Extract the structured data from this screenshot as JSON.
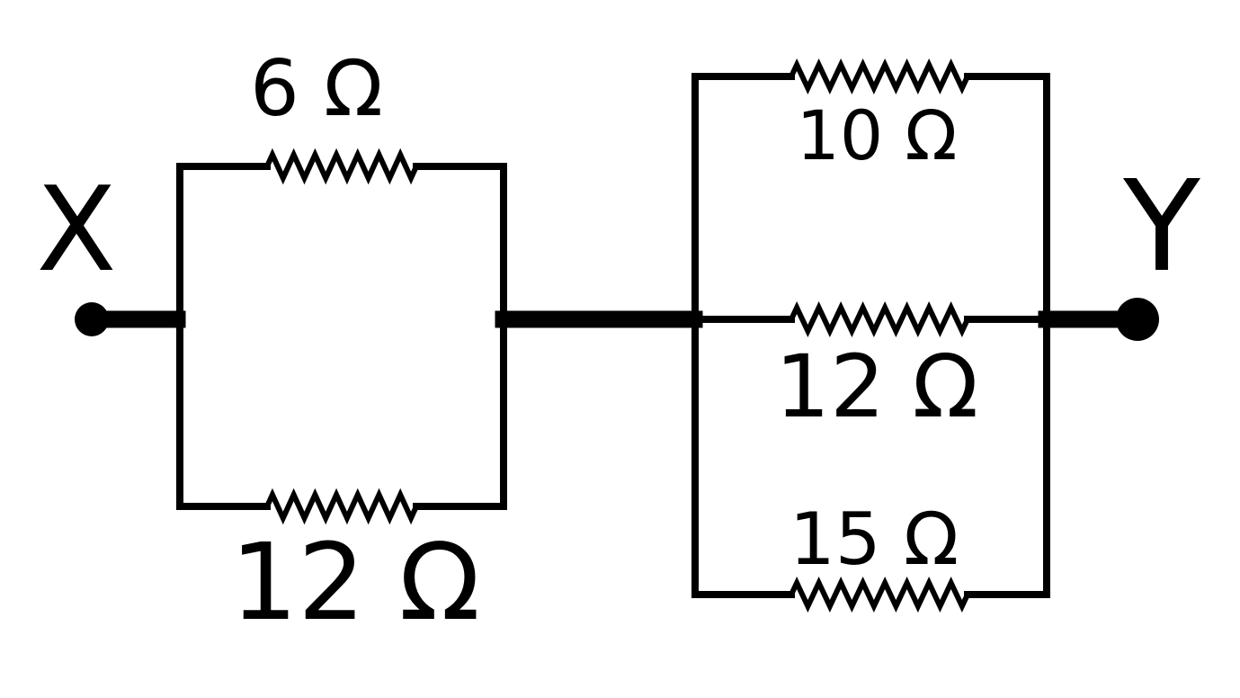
{
  "diagram": {
    "type": "circuit",
    "terminals": {
      "left": {
        "label": "X"
      },
      "right": {
        "label": "Y"
      }
    },
    "groups": [
      {
        "name": "left-parallel",
        "resistors": [
          {
            "id": "r1",
            "label": "6 Ω",
            "ohms": 6
          },
          {
            "id": "r2",
            "label": "12 Ω",
            "ohms": 12
          }
        ]
      },
      {
        "name": "right-parallel",
        "resistors": [
          {
            "id": "r3",
            "label": "10 Ω",
            "ohms": 10
          },
          {
            "id": "r4",
            "label": "12 Ω",
            "ohms": 12
          },
          {
            "id": "r5",
            "label": "15 Ω",
            "ohms": 15
          }
        ]
      }
    ],
    "connection": "left-parallel in series with right-parallel"
  }
}
